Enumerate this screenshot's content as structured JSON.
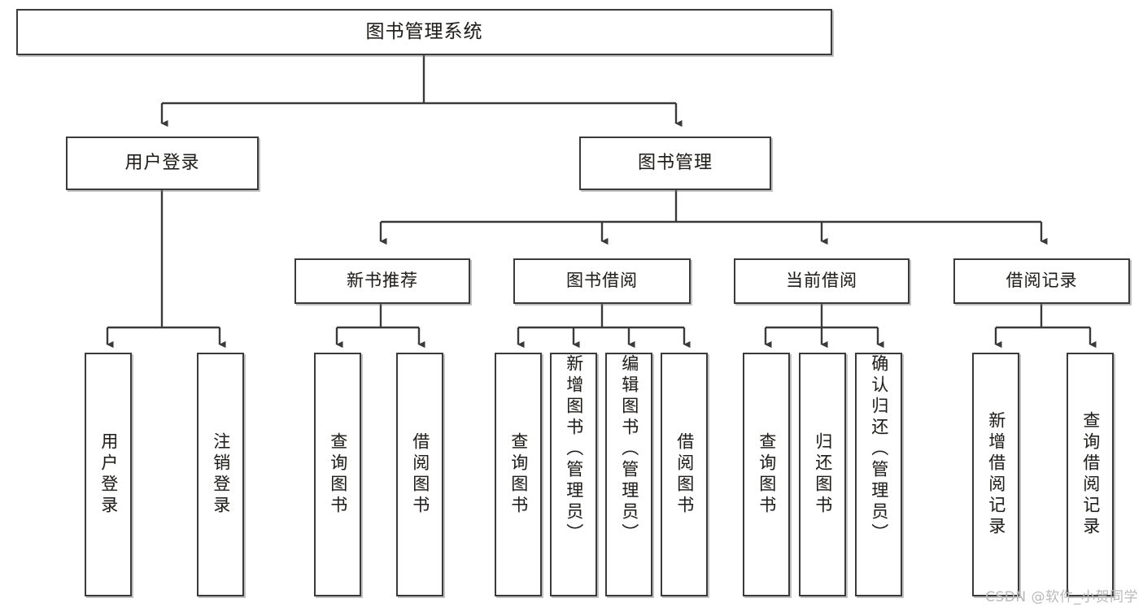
{
  "diagram": {
    "type": "tree",
    "title": "图书管理系统",
    "watermark": "CSDN @软件_小贺同学",
    "colors": {
      "box_border": "#3a3a3a",
      "box_fill": "#ffffff",
      "text": "#1f1f1f",
      "connector": "#3a3a3a",
      "watermark": "#b9b9b9",
      "background": "#ffffff"
    },
    "nodes": {
      "root": {
        "label": "图书管理系统"
      },
      "level1": [
        {
          "label": "用户登录"
        },
        {
          "label": "图书管理"
        }
      ],
      "level2": [
        {
          "label": "新书推荐"
        },
        {
          "label": "图书借阅"
        },
        {
          "label": "当前借阅"
        },
        {
          "label": "借阅记录"
        }
      ],
      "leaves": {
        "user_login": [
          {
            "label": "用户登录"
          },
          {
            "label": "注销登录"
          }
        ],
        "new_book_recommend": [
          {
            "label": "查询图书"
          },
          {
            "label": "借阅图书"
          }
        ],
        "book_borrow": [
          {
            "label": "查询图书"
          },
          {
            "label": "新增图书（管理员）"
          },
          {
            "label": "编辑图书（管理员）"
          },
          {
            "label": "借阅图书"
          }
        ],
        "current_borrow": [
          {
            "label": "查询图书"
          },
          {
            "label": "归还图书"
          },
          {
            "label": "确认归还（管理员）"
          }
        ],
        "borrow_record": [
          {
            "label": "新增借阅记录"
          },
          {
            "label": "查询借阅记录"
          }
        ]
      }
    }
  }
}
